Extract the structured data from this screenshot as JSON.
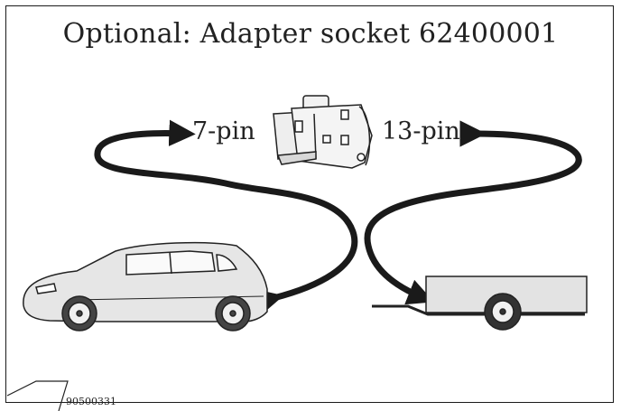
{
  "diagram": {
    "title": "Optional: Adapter socket 62400001",
    "left_label": "7-pin",
    "right_label": "13-pin",
    "reference_code": "90500331"
  },
  "icons": {
    "adapter": "adapter-socket-icon",
    "car": "car-icon",
    "trailer": "trailer-icon"
  },
  "colors": {
    "line": "#1a1a1a",
    "car_body": "#e6e6e6",
    "trailer_body": "#e3e3e3"
  }
}
